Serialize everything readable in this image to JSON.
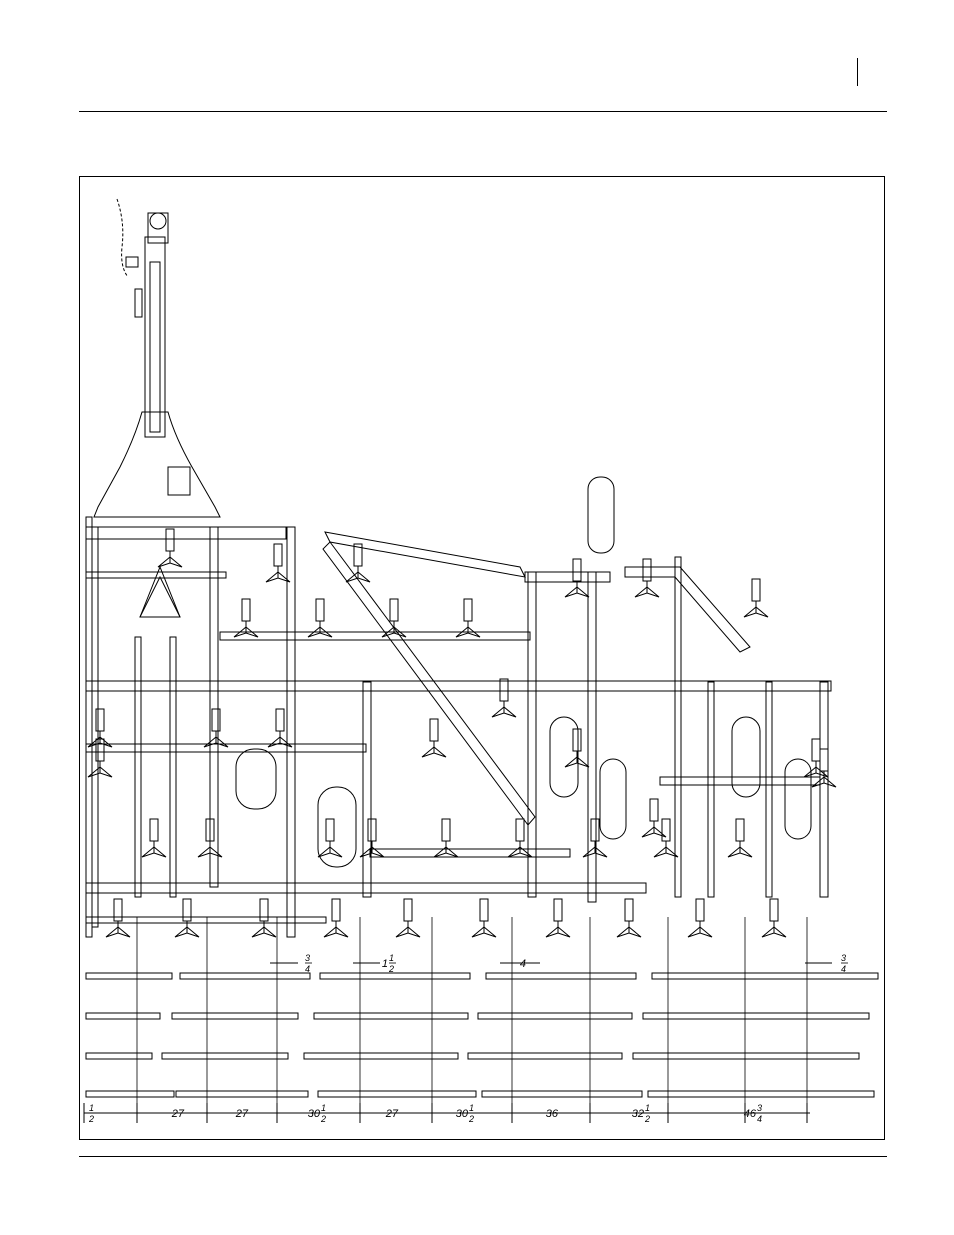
{
  "figure": {
    "dimensions": {
      "bottom_row": [
        {
          "id": "d0",
          "whole": "",
          "num": "1",
          "den": "2"
        },
        {
          "id": "d1",
          "whole": "27",
          "num": "",
          "den": ""
        },
        {
          "id": "d2",
          "whole": "27",
          "num": "",
          "den": ""
        },
        {
          "id": "d3",
          "whole": "30",
          "num": "1",
          "den": "2"
        },
        {
          "id": "d4",
          "whole": "27",
          "num": "",
          "den": ""
        },
        {
          "id": "d5",
          "whole": "30",
          "num": "1",
          "den": "2"
        },
        {
          "id": "d6",
          "whole": "36",
          "num": "",
          "den": ""
        },
        {
          "id": "d7",
          "whole": "32",
          "num": "1",
          "den": "2"
        },
        {
          "id": "d8",
          "whole": "46",
          "num": "3",
          "den": "4"
        }
      ],
      "upper": [
        {
          "id": "u0",
          "whole": "",
          "num": "3",
          "den": "4"
        },
        {
          "id": "u1",
          "whole": "1",
          "num": "1",
          "den": "2"
        },
        {
          "id": "u2",
          "whole": "4",
          "num": "",
          "den": ""
        },
        {
          "id": "u3",
          "whole": "",
          "num": "3",
          "den": "4"
        }
      ]
    }
  }
}
